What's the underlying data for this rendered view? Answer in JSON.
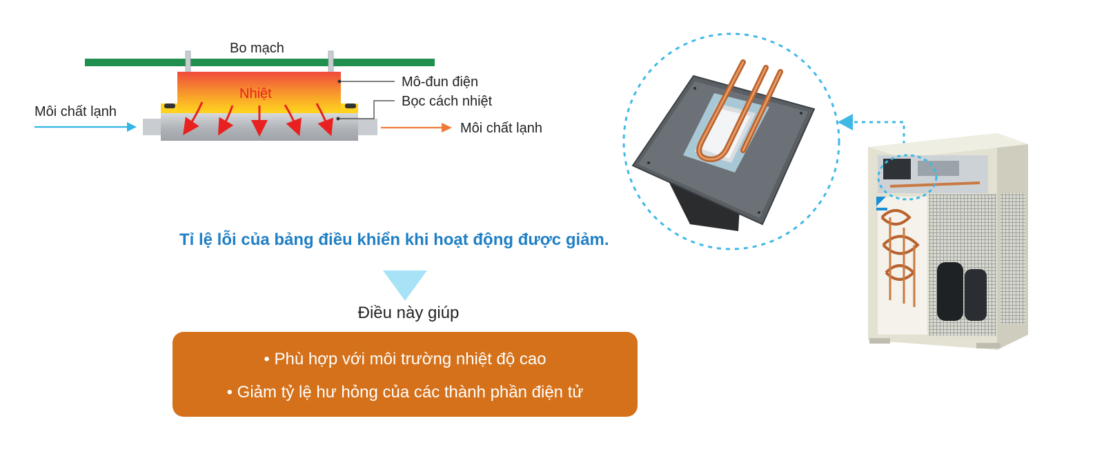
{
  "diagram": {
    "labels": {
      "circuit_board": "Bo mạch",
      "electric_module": "Mô-đun điện",
      "insulation": "Bọc cách nhiệt",
      "heat": "Nhiệt",
      "refrigerant_in": "Môi chất lạnh",
      "refrigerant_out": "Môi chất lạnh"
    },
    "colors": {
      "board": "#1f8f4e",
      "module_top": "#f0573a",
      "module_bottom": "#ffd21f",
      "pipe": "#b9bcc0",
      "heat_text": "#e8201f",
      "arrow_in": "#33b5e6",
      "arrow_out": "#f07a35"
    }
  },
  "headline": "Tỉ lệ lỗi của bảng điều khiển khi hoạt động được giảm.",
  "intro": "Điều này giúp",
  "benefits": [
    "• Phù hợp với môi trường nhiệt độ cao",
    "• Giảm tỷ lệ hư hỏng của các thành phần điện tử"
  ],
  "colors": {
    "headline": "#1f7fc4",
    "benefit_box": "#d4711a",
    "down_triangle": "#a8e2f7",
    "dotted_callout": "#3fb8e6"
  },
  "icons": {
    "cooled_plate": "cooled-plate-image",
    "outdoor_unit": "outdoor-unit-image"
  }
}
